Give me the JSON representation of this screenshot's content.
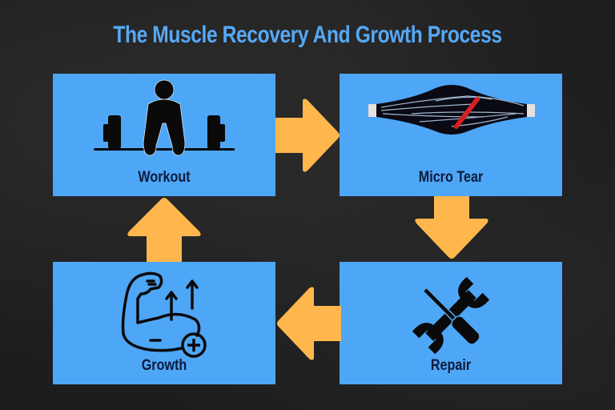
{
  "title": "The Muscle Recovery And Growth Process",
  "colors": {
    "background": "#1d1d1d",
    "title": "#56a8f5",
    "box": "#4ea6f7",
    "label": "#0d1b3a",
    "arrow": "#ffb74d",
    "tear": "#d42020"
  },
  "steps": [
    {
      "id": "workout",
      "label": "Workout",
      "icon": "weightlifter-icon",
      "position": "top-left"
    },
    {
      "id": "micro-tear",
      "label": "Micro Tear",
      "icon": "torn-muscle-icon",
      "position": "top-right"
    },
    {
      "id": "repair",
      "label": "Repair",
      "icon": "wrench-screwdriver-icon",
      "position": "bottom-right"
    },
    {
      "id": "growth",
      "label": "Growth",
      "icon": "flexed-arm-growth-icon",
      "position": "bottom-left"
    }
  ],
  "flow": [
    {
      "from": "Workout",
      "to": "Micro Tear",
      "direction": "right"
    },
    {
      "from": "Micro Tear",
      "to": "Repair",
      "direction": "down"
    },
    {
      "from": "Repair",
      "to": "Growth",
      "direction": "left"
    },
    {
      "from": "Growth",
      "to": "Workout",
      "direction": "up"
    }
  ]
}
